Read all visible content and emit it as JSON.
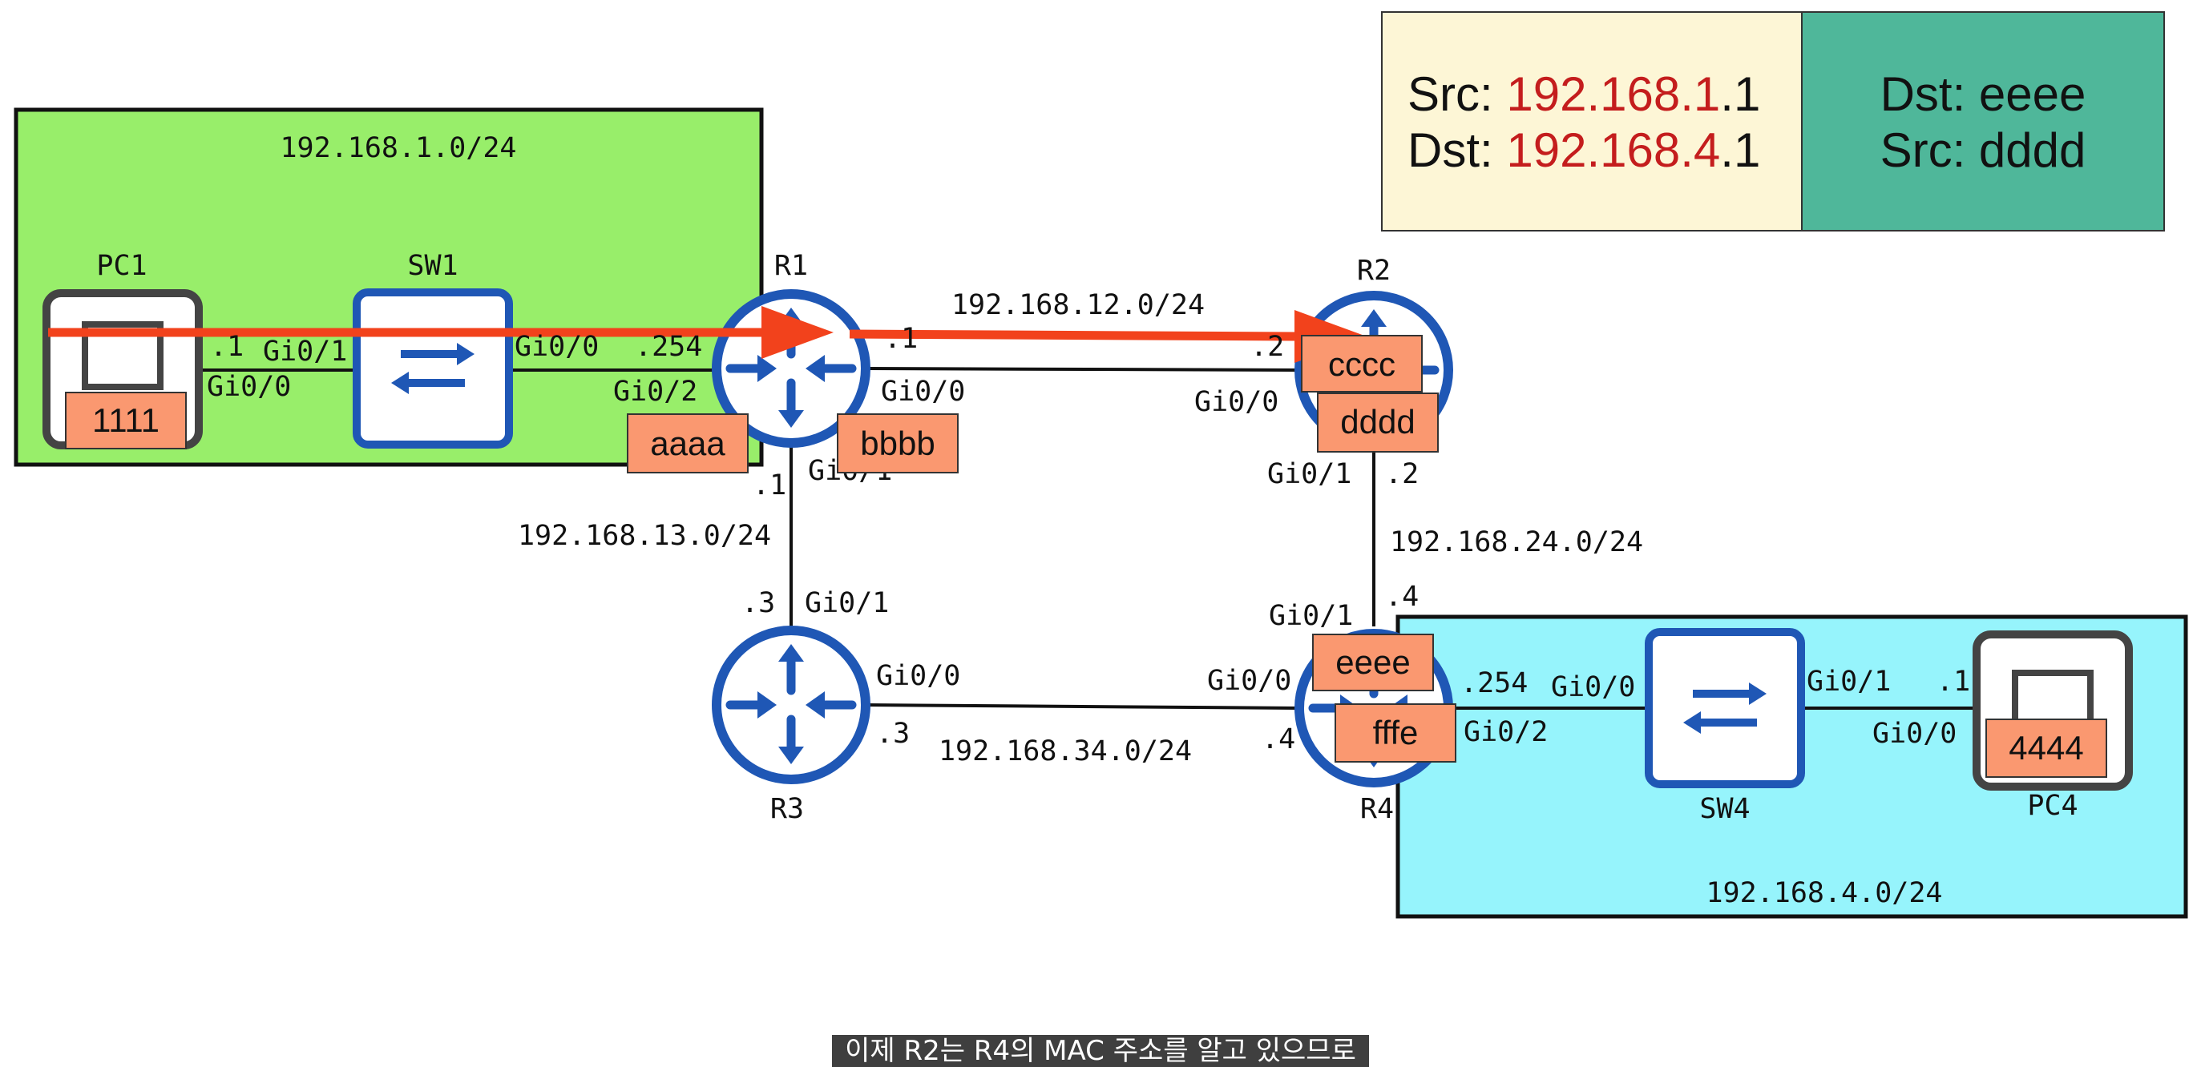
{
  "header": {
    "l3": {
      "src_label": "Src: ",
      "src_net": "192.168.1",
      "src_host": ".1",
      "dst_label": "Dst: ",
      "dst_net": "192.168.4",
      "dst_host": ".1"
    },
    "l2": {
      "dst": "Dst: eeee",
      "src": "Src: dddd"
    }
  },
  "networks": {
    "lan1": "192.168.1.0/24",
    "r1_r2": "192.168.12.0/24",
    "r1_r3": "192.168.13.0/24",
    "r2_r4": "192.168.24.0/24",
    "r3_r4": "192.168.34.0/24",
    "lan4": "192.168.4.0/24"
  },
  "devices": {
    "pc1": "PC1",
    "sw1": "SW1",
    "r1": "R1",
    "r2": "R2",
    "r3": "R3",
    "r4": "R4",
    "sw4": "SW4",
    "pc4": "PC4"
  },
  "interfaces": {
    "pc1_gi00": "Gi0/0",
    "pc1_host": ".1",
    "sw1_gi01": "Gi0/1",
    "sw1_gi00": "Gi0/0",
    "r1_host_lan": ".254",
    "r1_gi02": "Gi0/2",
    "r1_host_r2": ".1",
    "r1_gi00": "Gi0/0",
    "r1_host_r3": ".1",
    "r1_gi01": "Gi0/1",
    "r2_host_r1": ".2",
    "r2_gi00": "Gi0/0",
    "r2_gi01": "Gi0/1",
    "r2_host_r4": ".2",
    "r3_host_r1": ".3",
    "r3_gi01": "Gi0/1",
    "r3_gi00": "Gi0/0",
    "r3_host_r4": ".3",
    "r4_host_r2": ".4",
    "r4_gi01": "Gi0/1",
    "r4_gi00": "Gi0/0",
    "r4_host_r3": ".4",
    "r4_host_lan": ".254",
    "r4_gi02": "Gi0/2",
    "sw4_gi00": "Gi0/0",
    "sw4_gi01": "Gi0/1",
    "pc4_host": ".1",
    "pc4_gi00": "Gi0/0"
  },
  "macs": {
    "pc1": "1111",
    "r1_gi02": "aaaa",
    "r1_gi00": "bbbb",
    "r2_gi00": "cccc",
    "r2_gi01": "dddd",
    "r4_gi01": "eeee",
    "r4_gi02": "fffe",
    "pc4": "4444"
  },
  "caption": "이제 R2는 R4의 MAC 주소를 알고 있으므로",
  "colors": {
    "lan1_bg": "#98ee6a",
    "lan4_bg": "#96f4fc",
    "l3_box_bg": "#fdf6d6",
    "l2_box_bg": "#4fb79a",
    "mac_label_bg": "#fa9870",
    "ip_highlight": "#c41d1d",
    "device_blue": "#1f57b5",
    "arrow": "#f2421c"
  }
}
